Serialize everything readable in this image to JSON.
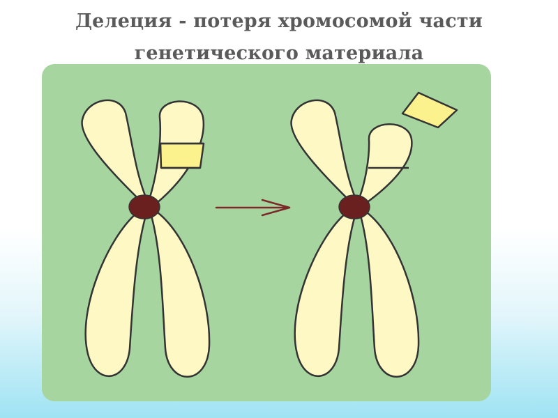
{
  "slide": {
    "title_line1": "Делеция - потеря хромосомой части",
    "title_line2": "генетического материала"
  },
  "colors": {
    "panel": "#a6d5a0",
    "chromatid_fill": "#fdf8c4",
    "deleted_segment_fill": "#fbf18d",
    "outline": "#333333",
    "centromere": "#6b2020",
    "arrow": "#7a2828",
    "title_text": "#5a5a5a"
  },
  "diagram": {
    "before": "normal-chromosome-with-marked-segment",
    "process": "arrow-right",
    "after": "chromosome-with-deleted-segment"
  }
}
